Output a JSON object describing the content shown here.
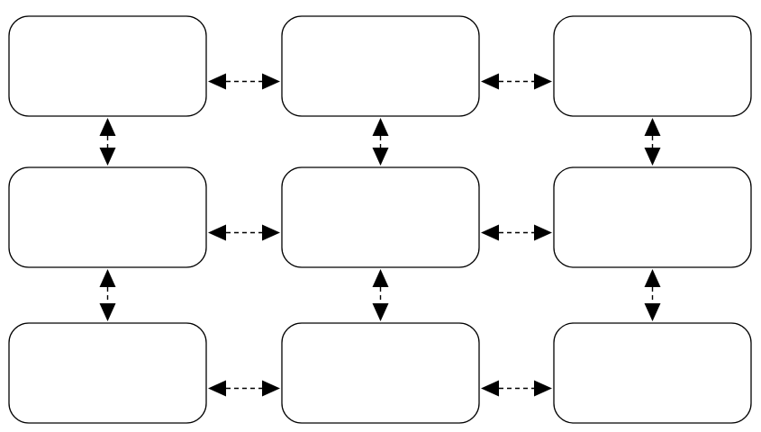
{
  "diagram": {
    "stroke_color": "#000000",
    "background_color": "#ffffff",
    "nodes": [
      {
        "id": "n-1-1",
        "row": 0,
        "col": 0,
        "label": ""
      },
      {
        "id": "n-1-2",
        "row": 0,
        "col": 1,
        "label": ""
      },
      {
        "id": "n-1-3",
        "row": 0,
        "col": 2,
        "label": ""
      },
      {
        "id": "n-2-1",
        "row": 1,
        "col": 0,
        "label": ""
      },
      {
        "id": "n-2-2",
        "row": 1,
        "col": 1,
        "label": ""
      },
      {
        "id": "n-2-3",
        "row": 1,
        "col": 2,
        "label": ""
      },
      {
        "id": "n-3-1",
        "row": 2,
        "col": 0,
        "label": ""
      },
      {
        "id": "n-3-2",
        "row": 2,
        "col": 1,
        "label": ""
      },
      {
        "id": "n-3-3",
        "row": 2,
        "col": 2,
        "label": ""
      }
    ],
    "edges": [
      {
        "from": "n-1-1",
        "to": "n-1-2",
        "direction": "both",
        "style": "dashed"
      },
      {
        "from": "n-1-2",
        "to": "n-1-3",
        "direction": "both",
        "style": "dashed"
      },
      {
        "from": "n-2-1",
        "to": "n-2-2",
        "direction": "both",
        "style": "dashed"
      },
      {
        "from": "n-2-2",
        "to": "n-2-3",
        "direction": "both",
        "style": "dashed"
      },
      {
        "from": "n-3-1",
        "to": "n-3-2",
        "direction": "both",
        "style": "dashed"
      },
      {
        "from": "n-3-2",
        "to": "n-3-3",
        "direction": "both",
        "style": "dashed"
      },
      {
        "from": "n-1-1",
        "to": "n-2-1",
        "direction": "both",
        "style": "dashed"
      },
      {
        "from": "n-2-1",
        "to": "n-3-1",
        "direction": "both",
        "style": "dashed"
      },
      {
        "from": "n-1-2",
        "to": "n-2-2",
        "direction": "both",
        "style": "dashed"
      },
      {
        "from": "n-2-2",
        "to": "n-3-2",
        "direction": "both",
        "style": "dashed"
      },
      {
        "from": "n-1-3",
        "to": "n-2-3",
        "direction": "both",
        "style": "dashed"
      },
      {
        "from": "n-2-3",
        "to": "n-3-3",
        "direction": "both",
        "style": "dashed"
      }
    ]
  }
}
